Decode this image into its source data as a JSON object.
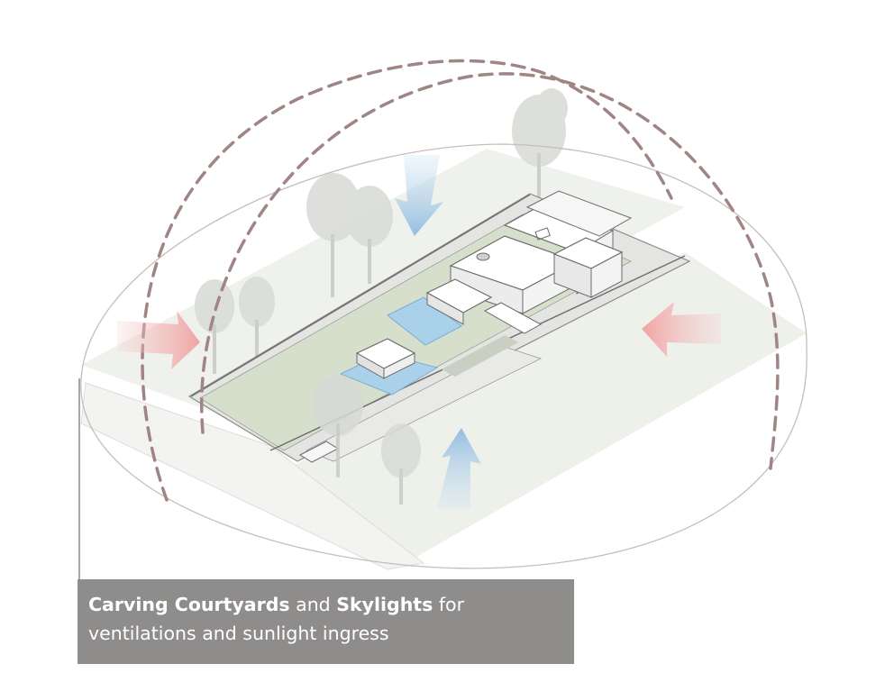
{
  "caption": {
    "bold_1": "Carving Courtyards",
    "text_1": " and ",
    "bold_2": "Skylights",
    "text_2": " for",
    "line_2": "ventilations and sunlight ingress"
  },
  "colors": {
    "caption_background": "#8f8c8c",
    "caption_text": "#ffffff",
    "dashed_arc": "#a08585",
    "wind_arrow": "#f0b0b0",
    "air_arrow": "#9cc4e0",
    "courtyard_lawn": "#d6dfcc",
    "pool": "#a9d2ea",
    "ground_plane": "#eef0ea"
  },
  "icons": {
    "wind_arrows": "red-arrow-icon",
    "airflow_arrows": "blue-arrow-icon",
    "trees": "tree-icon"
  }
}
